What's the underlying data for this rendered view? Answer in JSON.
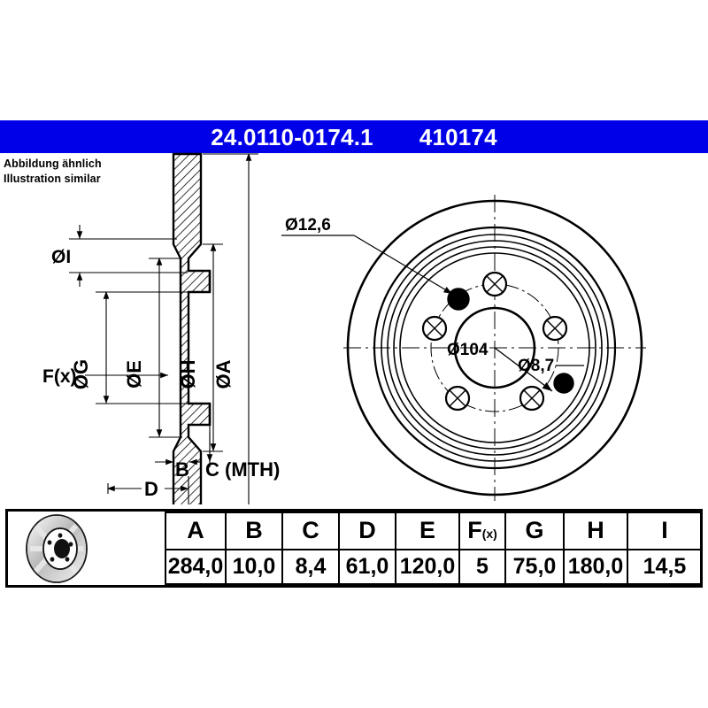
{
  "header": {
    "part_number": "24.0110-0174.1",
    "article_number": "410174",
    "background_color": "#0000e8",
    "text_color": "#ffffff"
  },
  "note": {
    "line_de": "Abbildung ähnlich",
    "line_en": "Illustration similar"
  },
  "drawing": {
    "section_view": {
      "labels": [
        {
          "id": "dia-i",
          "text": "ØI"
        },
        {
          "id": "dia-g",
          "text": "ØG"
        },
        {
          "id": "dia-e",
          "text": "ØE"
        },
        {
          "id": "dia-h",
          "text": "ØH"
        },
        {
          "id": "dia-a",
          "text": "ØA"
        },
        {
          "id": "f-x",
          "text": "F(x)"
        },
        {
          "id": "dim-b",
          "text": "B"
        },
        {
          "id": "dim-c",
          "text": "C (MTH)"
        },
        {
          "id": "dim-d",
          "text": "D"
        }
      ]
    },
    "front_view": {
      "annotations": [
        {
          "id": "bolt-hole-dia",
          "text": "Ø12,6"
        },
        {
          "id": "bolt-circle-dia",
          "text": "Ø104"
        },
        {
          "id": "small-hole-dia",
          "text": "Ø8,7"
        }
      ],
      "bolt_hole_count": 5
    }
  },
  "spec_table": {
    "headers": [
      "",
      "A",
      "B",
      "C",
      "D",
      "E",
      "F(x)",
      "G",
      "H",
      "I"
    ],
    "values": [
      "",
      "284,0",
      "10,0",
      "8,4",
      "61,0",
      "120,0",
      "5",
      "75,0",
      "180,0",
      "14,5"
    ],
    "fx_label_main": "F",
    "fx_label_sub": "(x)",
    "thumbnail": "brake-disc-thumbnail"
  }
}
